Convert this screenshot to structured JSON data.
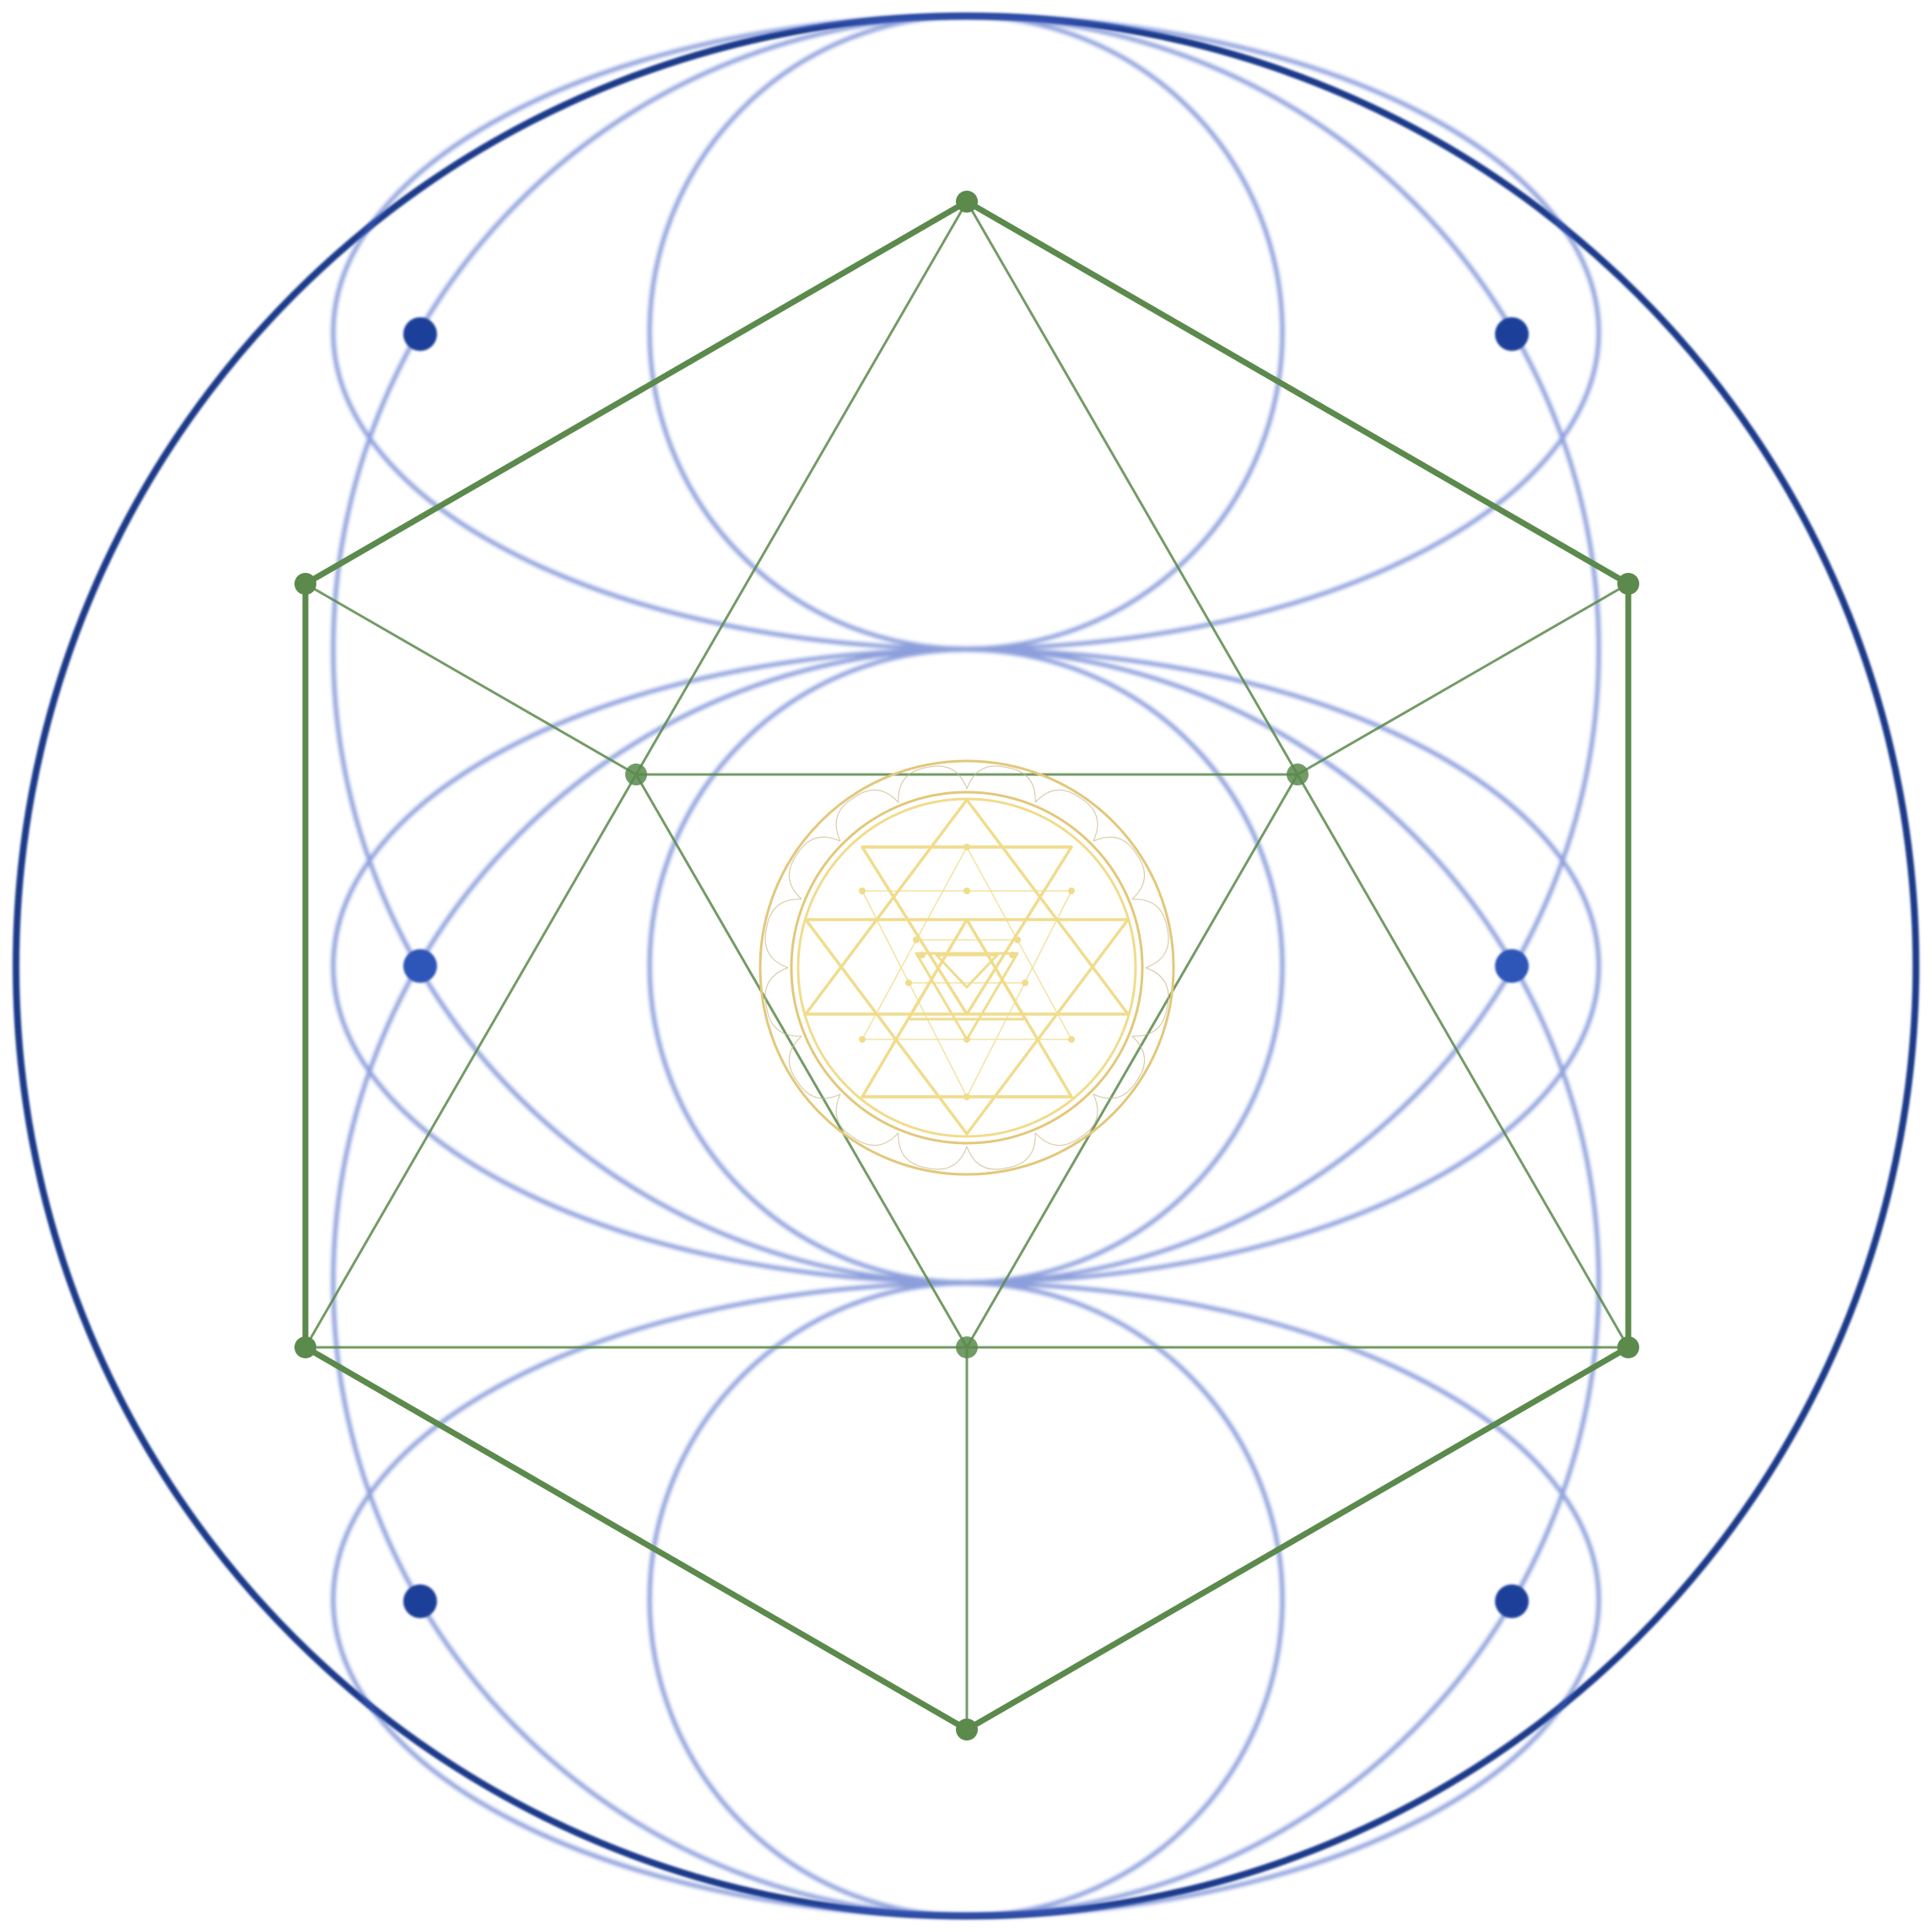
{
  "colors": {
    "background": "#ffffff",
    "outer_ring": "#1f3a8a",
    "blue_circles": "#3f5fc4",
    "blue_dots": "#1f3f99",
    "blue_dots_mid": "#2f55b8",
    "green_structure": "#5b8a4c",
    "gold_yantra": "#e2c87a",
    "gold_light": "#f0dc8c"
  },
  "elements": {
    "outer_ring": "outer-circle",
    "circle_pattern": "blue-circle-grid",
    "intersection_dots": "blue-node-dots",
    "hexagon": "green-hexagon",
    "inner_lines": "green-inner-triangles",
    "center_motif": "sri-yantra"
  }
}
